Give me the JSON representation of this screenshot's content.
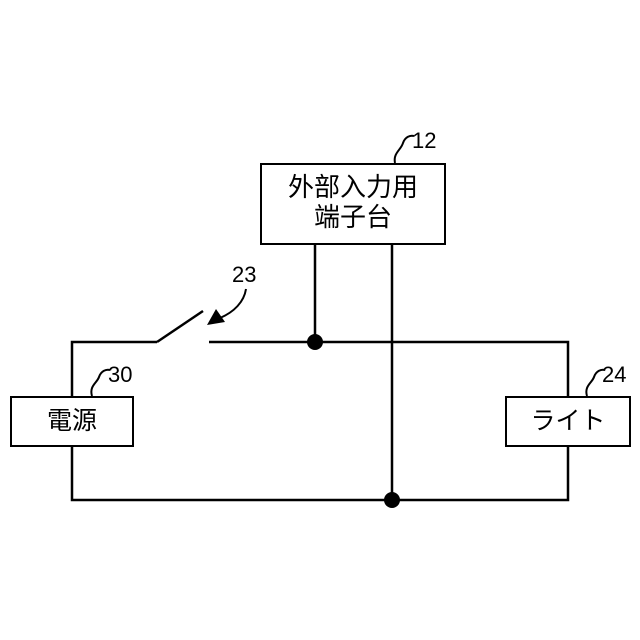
{
  "terminal_block": {
    "line1": "外部入力用",
    "line2": "端子台",
    "ref": "12"
  },
  "power": {
    "label": "電源",
    "ref": "30"
  },
  "light": {
    "label": "ライト",
    "ref": "24"
  },
  "switch": {
    "ref": "23"
  }
}
